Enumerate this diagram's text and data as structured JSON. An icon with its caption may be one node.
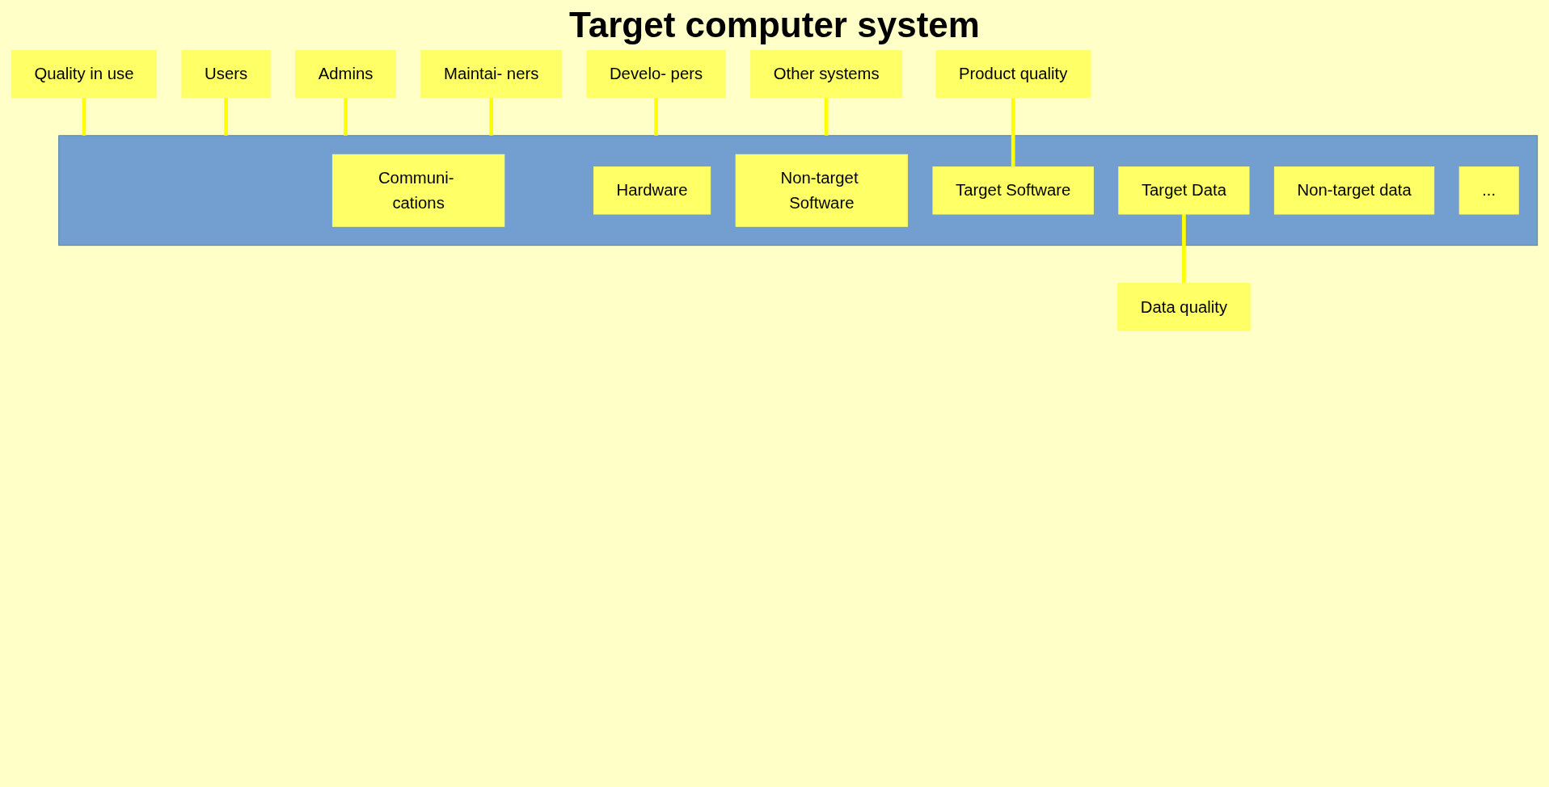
{
  "diagram": {
    "title": "Target computer system",
    "nodes": [
      {
        "text": [
          "Quality in use"
        ]
      },
      {
        "text": [
          "Product quality"
        ]
      },
      {
        "text": [
          "Users"
        ]
      },
      {
        "text": [],
        "shape": "box"
      },
      {
        "text": [
          "Communi- cations"
        ],
        "in": 3
      },
      {
        "text": [
          "Hardware"
        ],
        "in": 3
      },
      {
        "text": [
          "Non-target Software"
        ],
        "in": 3
      },
      {
        "text": [
          "Target Software"
        ],
        "in": 3
      },
      {
        "text": [
          "Admins"
        ]
      },
      {
        "text": [
          "Maintai- ners"
        ]
      },
      {
        "text": [
          "Target Data"
        ],
        "in": 3
      },
      {
        "text": [
          "Non-target data"
        ],
        "in": 3
      },
      {
        "text": [
          "..."
        ],
        "in": 3
      },
      {
        "text": [
          "Develo- pers"
        ]
      },
      {
        "text": [
          "Other systems"
        ]
      },
      {
        "text": [
          "Data quality"
        ]
      }
    ],
    "edges": [
      {
        "from": 0,
        "to": 3,
        "arrow": "none"
      },
      {
        "from": 1,
        "to": 7,
        "arrow": "none"
      },
      {
        "from": 2,
        "to": 3,
        "arrow": "none"
      },
      {
        "from": 8,
        "to": 3,
        "arrow": "none"
      },
      {
        "from": 9,
        "to": 3,
        "arrow": "none"
      },
      {
        "from": 13,
        "to": 3,
        "arrow": "none"
      },
      {
        "from": 14,
        "to": 3,
        "arrow": "none"
      },
      {
        "from": 10,
        "to": 15,
        "arrow": "none"
      }
    ]
  }
}
